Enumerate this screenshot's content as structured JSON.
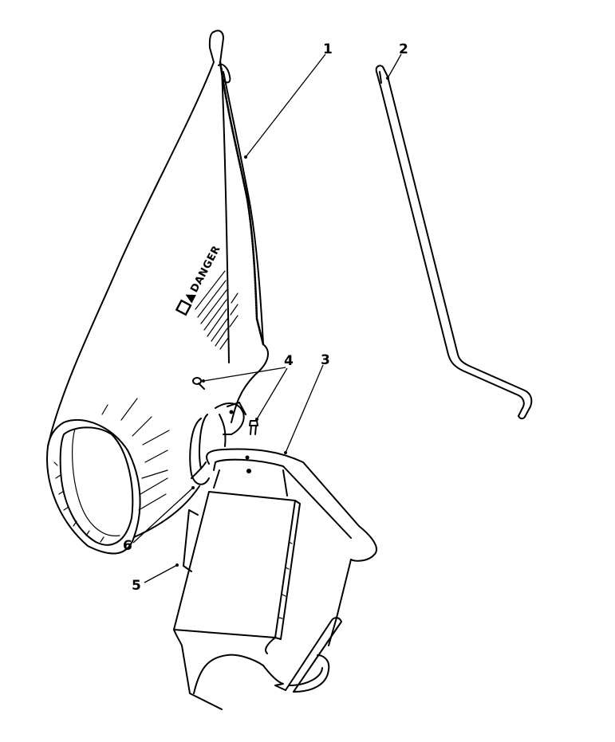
{
  "diagram": {
    "subject": "Grass catcher bag assembly, exploded view",
    "colors": {
      "ink": "#000000",
      "background": "#ffffff"
    },
    "warning_label": {
      "icon": "hand-warning-icon",
      "text": "DANGER"
    },
    "callouts": [
      {
        "number": "1",
        "part": "bag"
      },
      {
        "number": "2",
        "part": "rod"
      },
      {
        "number": "3",
        "part": "frame"
      },
      {
        "number": "4",
        "part": "fasteners"
      },
      {
        "number": "5",
        "part": "chute"
      },
      {
        "number": "6",
        "part": "handle"
      }
    ]
  }
}
